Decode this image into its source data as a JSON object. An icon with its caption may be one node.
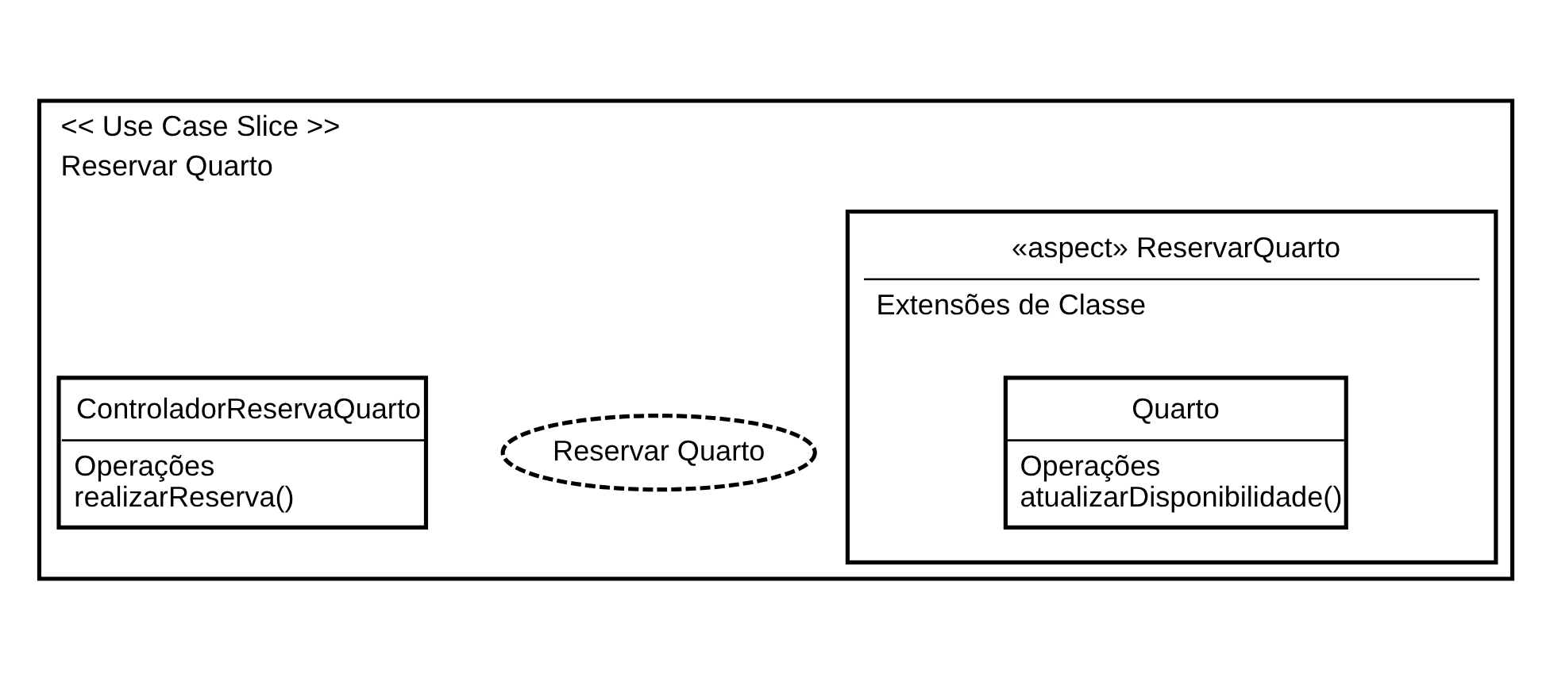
{
  "diagram": {
    "nodes": [
      {
        "text": [
          "<< Use Case Slice >>",
          "Reservar Quarto"
        ]
      },
      {
        "text": [
          "Reservar Quarto"
        ],
        "in": 0
      },
      {
        "text": [
          "ControladorReservaQuarto",
          "Operações",
          "realizarReserva()"
        ],
        "in": 0
      },
      {
        "text": [
          "«aspect» ReservarQuarto",
          "Extensões de Classe"
        ],
        "in": 0
      },
      {
        "text": [
          "Quarto",
          "Operações",
          "atualizarDisponibilidade()"
        ],
        "in": 3
      }
    ],
    "edges": []
  }
}
